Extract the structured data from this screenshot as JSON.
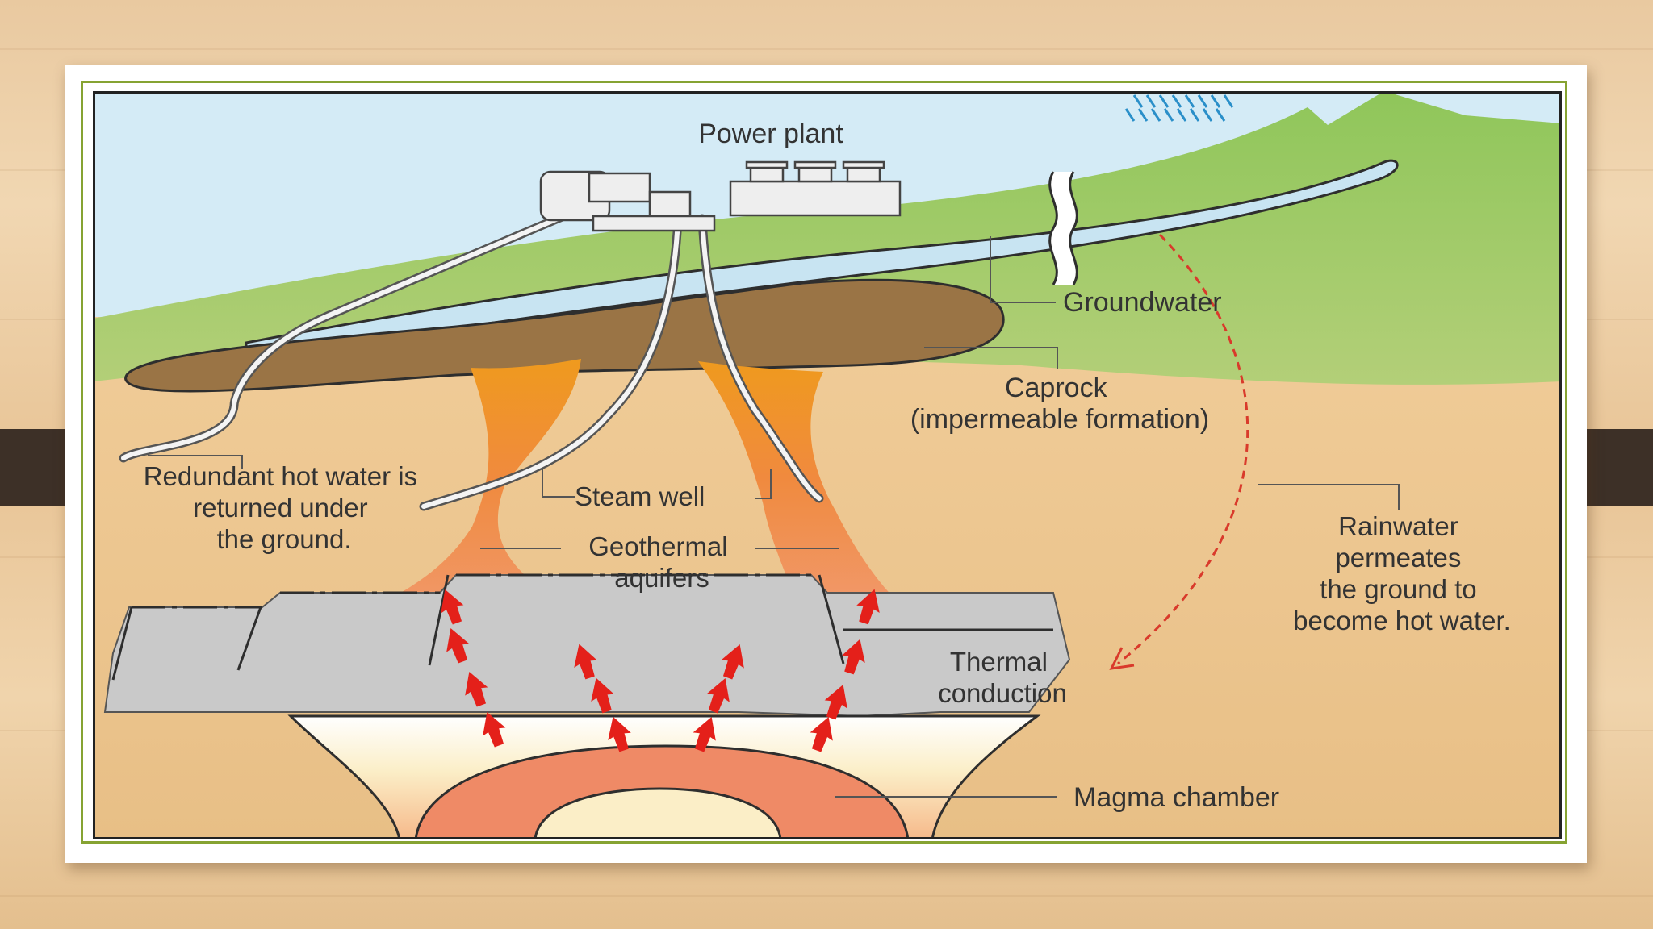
{
  "labels": {
    "power_plant": "Power plant",
    "groundwater": "Groundwater",
    "caprock": [
      "Caprock",
      "(impermeable formation)"
    ],
    "redundant_hot_water": [
      "Redundant hot water is",
      "returned under",
      "the ground."
    ],
    "steam_well": "Steam well",
    "geothermal_aquifers": [
      "Geothermal",
      "aquifers"
    ],
    "rainwater": [
      "Rainwater",
      "permeates",
      "the ground to",
      "become hot water."
    ],
    "thermal_conduction": [
      "Thermal",
      "conduction"
    ],
    "magma_chamber": "Magma chamber"
  },
  "colors": {
    "sky": "#d4ebf6",
    "grass": "#8fc65a",
    "soil": "#ecc48e",
    "groundwater": "#c8e4f2",
    "caprock": "#9a7445",
    "aquifer_top": "#ef9a1e",
    "aquifer_bottom": "#f19a6f",
    "gray_layer": "#c9c9c9",
    "magma": "#ef8a66",
    "heat_arrow": "#e4201a",
    "frame_border": "#86a332",
    "side_band": "#3d3027"
  },
  "icons": [
    "heat-arrow-icon",
    "rain-icon",
    "break-mark-icon",
    "power-plant-icon"
  ]
}
